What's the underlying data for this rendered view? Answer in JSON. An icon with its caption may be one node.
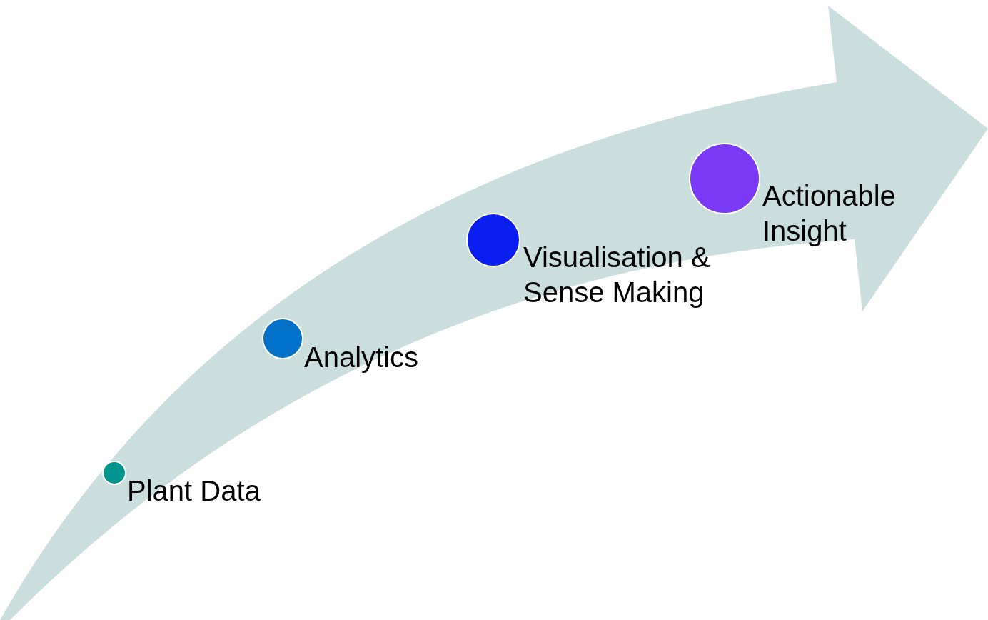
{
  "diagram": {
    "nodes": [
      {
        "text": [
          "Plant Data"
        ]
      },
      {
        "text": [
          "Analytics"
        ]
      },
      {
        "text": [
          "Visualisation & Sense Making"
        ]
      },
      {
        "text": [
          "Actionable Insight"
        ]
      }
    ]
  }
}
